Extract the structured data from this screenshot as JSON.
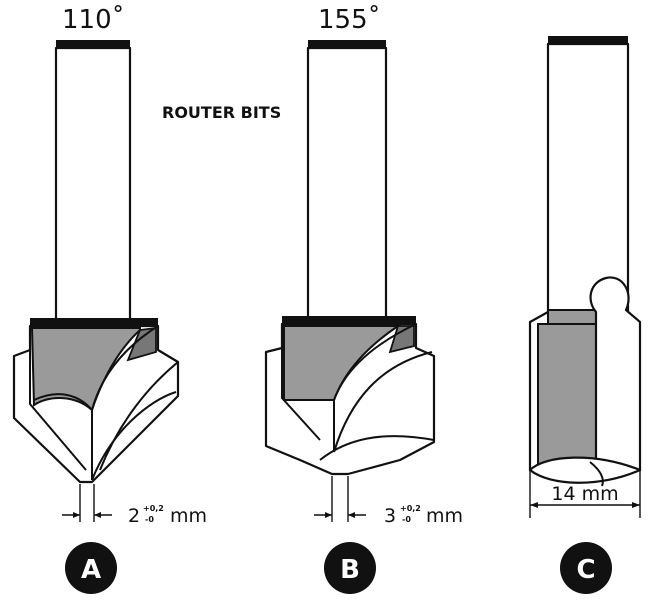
{
  "title": "ROUTER BITS",
  "bits": [
    {
      "id": "A",
      "angle_label": "110˚",
      "dim_value": "2",
      "dim_tolerance_plus": "+0,2",
      "dim_tolerance_minus": "-0",
      "dim_unit": "mm"
    },
    {
      "id": "B",
      "angle_label": "155˚",
      "dim_value": "3",
      "dim_tolerance_plus": "+0,2",
      "dim_tolerance_minus": "-0",
      "dim_unit": "mm"
    },
    {
      "id": "C",
      "angle_label": "",
      "dim_label": "14 mm"
    }
  ],
  "colors": {
    "line": "#111111",
    "carbide": "#9a9a9a",
    "badge": "#111111"
  }
}
